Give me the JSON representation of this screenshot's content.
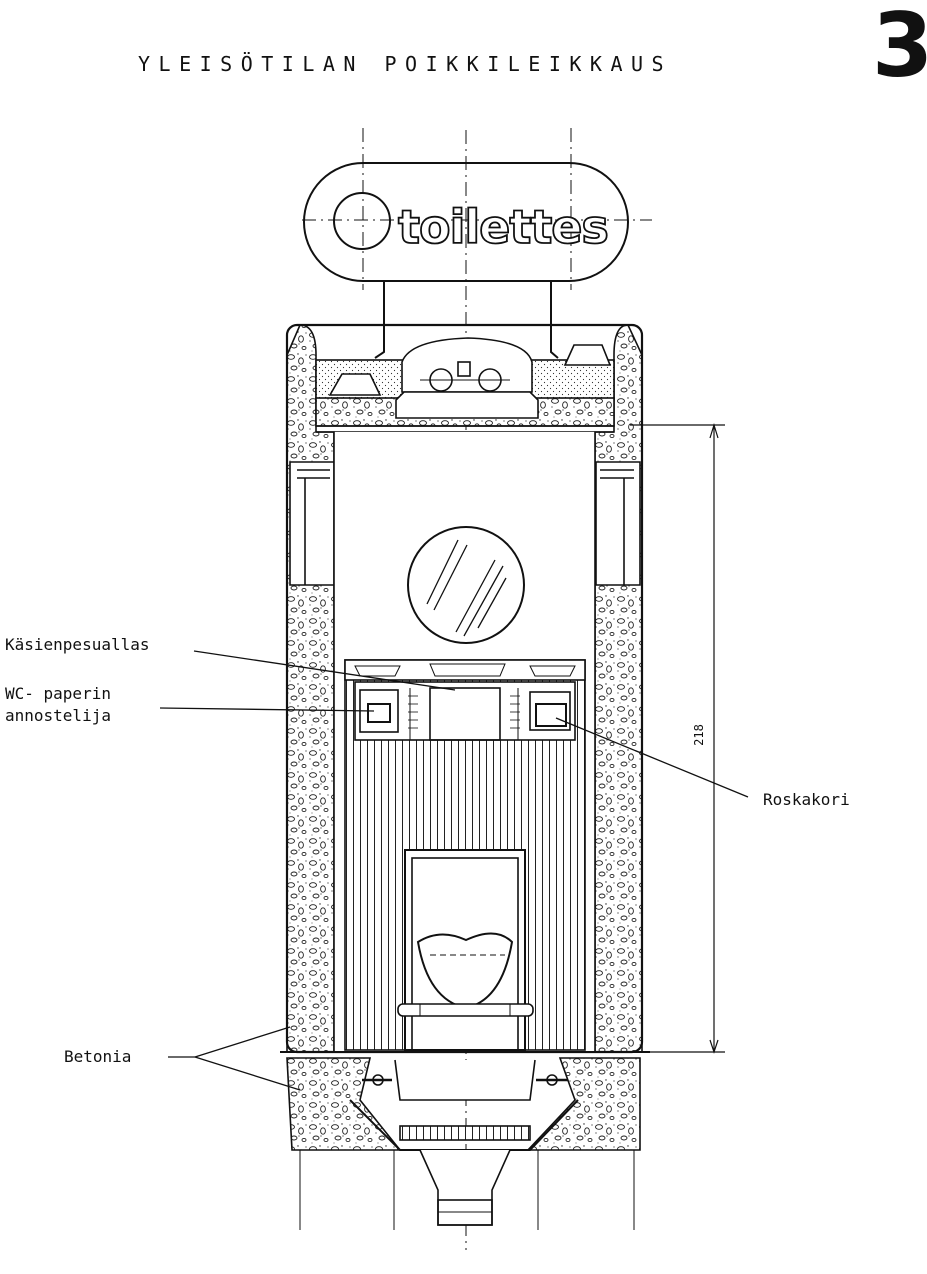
{
  "page": {
    "title": "YLEISÖTILAN POIKKILEIKKAUS",
    "number": "3"
  },
  "sign": {
    "text": "toilettes"
  },
  "labels": {
    "washbasin": "Käsienpesuallas",
    "paper_line1": "WC- paperin",
    "paper_line2": "annostelija",
    "waste_bin": "Roskakori",
    "concrete": "Betonia"
  },
  "dimension": {
    "height": "218"
  }
}
